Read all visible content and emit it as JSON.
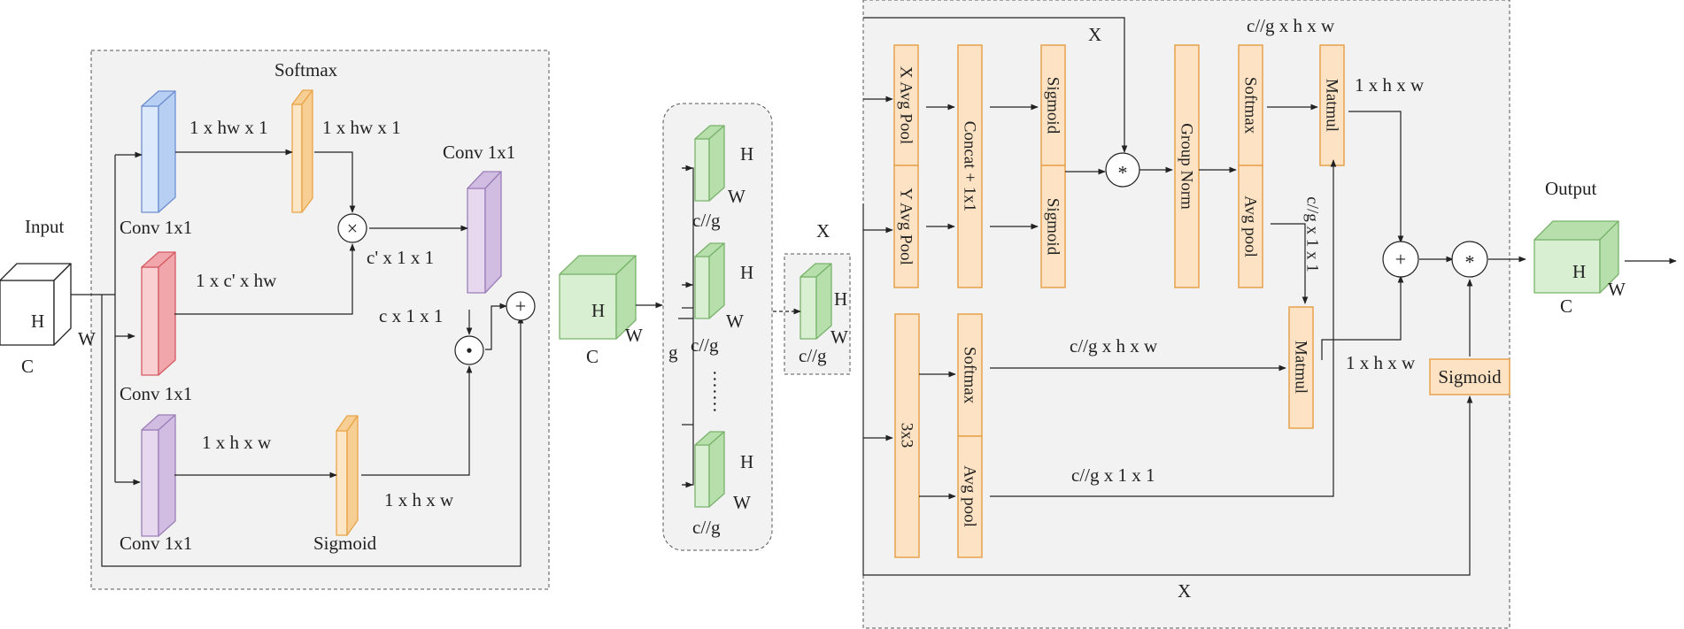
{
  "labels": {
    "input": "Input",
    "output": "Output",
    "softmax_top": "Softmax",
    "conv_a": "Conv 1x1",
    "conv_b": "Conv 1x1",
    "conv_c": "Conv 1x1",
    "conv_d": "Conv 1x1",
    "sigmoid_left": "Sigmoid",
    "dim_1xhwx1_a": "1 x hw x 1",
    "dim_1xhwx1_b": "1 x hw x 1",
    "dim_1xc_hw": "1 x c' x hw",
    "dim_c_11": "c' x 1 x 1",
    "dim_cx11": "c x 1 x 1",
    "dim_1xhxw_a": "1 x h x w",
    "dim_1xhxw_b": "1 x h x w",
    "dim_1xhxw_c": "1 x h x w",
    "dim_1xhxw_d": "1 x h x w",
    "cube_h": "H",
    "cube_w": "W",
    "cube_c": "C",
    "cg": "c//g",
    "g": "g",
    "x": "X",
    "dim_cg_hxw_top": "c//g x h x w",
    "dim_cg_hxw_mid": "c//g x h x w",
    "dim_cg_11_vert": "c//g x 1 x 1",
    "dim_cg_11_bottom": "c//g x 1 x 1",
    "x_avg_pool": "X Avg Pool",
    "y_avg_pool": "Y Avg Pool",
    "concat": "Concat + 1x1",
    "sigmoid_a": "Sigmoid",
    "sigmoid_b": "Sigmoid",
    "group_norm": "Group Norm",
    "softmax_a": "Softmax",
    "avg_pool_a": "Avg pool",
    "matmul_a": "Matmul",
    "matmul_b": "Matmul",
    "conv3x3": "3x3",
    "softmax_b": "Softmax",
    "avg_pool_b": "Avg pool",
    "sigmoid_right": "Sigmoid"
  },
  "symbols": {
    "times": "×",
    "dot": "•",
    "plus": "+",
    "star": "*",
    "dots": "·······"
  },
  "colors": {
    "blue_face": "#dce8fb",
    "blue_side": "#b8cff4",
    "blue_stroke": "#6d8fcf",
    "orange_face": "#fde6c5",
    "orange_side": "#f7cf94",
    "orange_stroke": "#e8a448",
    "red_face": "#f9cfd2",
    "red_side": "#f1a6ab",
    "red_stroke": "#d55a62",
    "purple_face": "#e7d8ef",
    "purple_side": "#d2bde2",
    "purple_stroke": "#9c7fb8",
    "green_face": "#d8efd2",
    "green_side": "#b7dfac",
    "green_stroke": "#79b36b"
  }
}
